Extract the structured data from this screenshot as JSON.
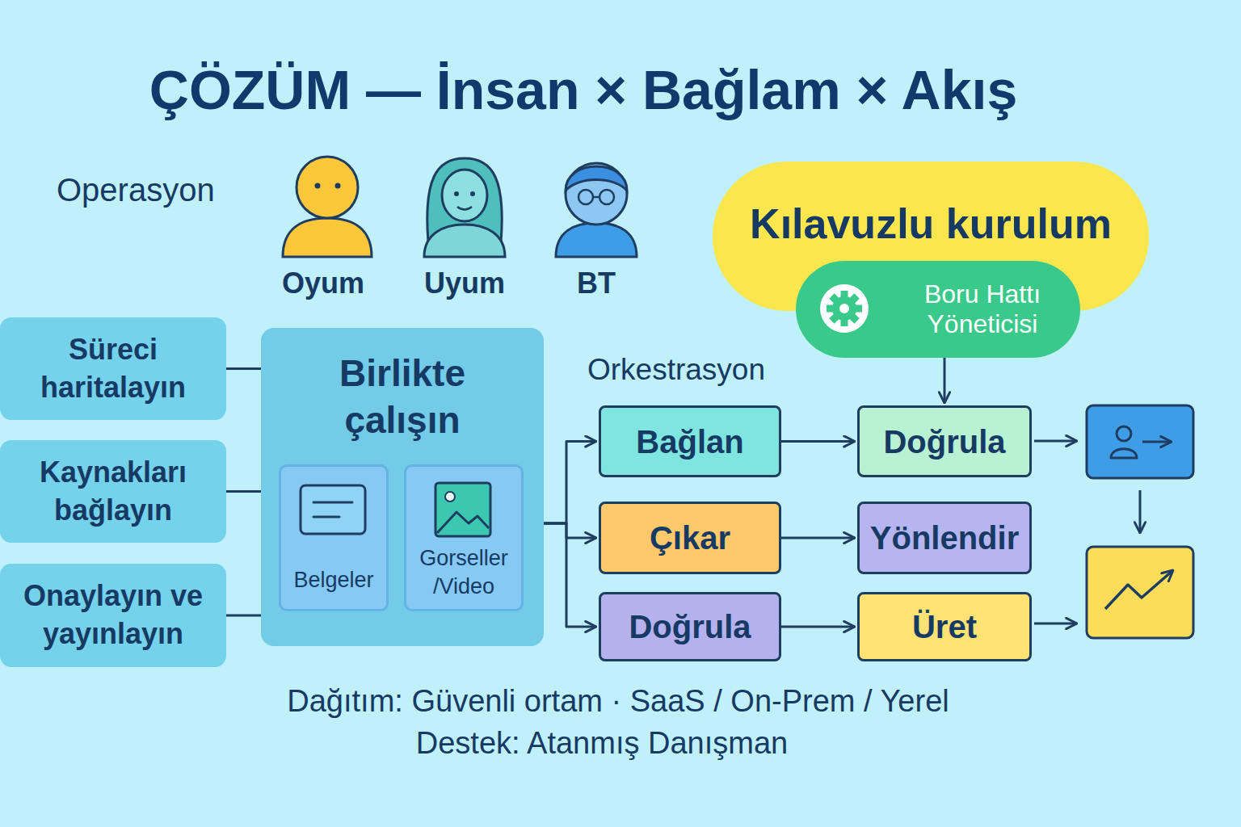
{
  "diagram": {
    "title": "ÇÖZÜM — İnsan × Bağlam × Akış",
    "nodes": [
      {
        "text": [
          "Kılavuzlu kurulum"
        ]
      },
      {
        "text": [
          "Boru Hattı Yöneticisi"
        ],
        "in": 0
      },
      {
        "text": [
          "Süreci haritalayın"
        ]
      },
      {
        "text": [
          "Kaynakları bağlayın"
        ]
      },
      {
        "text": [
          "Onaylayın ve yayınlayın"
        ]
      },
      {
        "text": [
          "Birlikte çalışın"
        ]
      },
      {
        "text": [
          "Belgeler"
        ],
        "in": 5
      },
      {
        "text": [
          "Gorseller /Video"
        ],
        "in": 5
      },
      {
        "text": [
          "Bağlan"
        ]
      },
      {
        "text": [
          "Doğrula"
        ]
      },
      {
        "text": [
          "Çıkar"
        ]
      },
      {
        "text": [
          "Yönlendir"
        ]
      },
      {
        "text": [
          "Doğrula"
        ]
      },
      {
        "text": [
          "Üret"
        ]
      }
    ],
    "edges": [
      {
        "from": 2,
        "to": 5,
        "arrow": "none"
      },
      {
        "from": 3,
        "to": 5,
        "arrow": "none"
      },
      {
        "from": 4,
        "to": 5,
        "arrow": "none"
      },
      {
        "from": 5,
        "to": 8,
        "arrow": "to"
      },
      {
        "from": 5,
        "to": 10,
        "arrow": "to"
      },
      {
        "from": 5,
        "to": 12,
        "arrow": "to"
      },
      {
        "from": 8,
        "to": 9,
        "arrow": "to"
      },
      {
        "from": 10,
        "to": 11,
        "arrow": "to"
      },
      {
        "from": 12,
        "to": 13,
        "arrow": "to"
      },
      {
        "from": 1,
        "to": 9,
        "arrow": "to"
      }
    ],
    "labels": [
      "Operasyon",
      "Oyum",
      "Uyum",
      "BT",
      "Orkestrasyon",
      "Dağıtım: Güvenli ortam · SaaS / On-Prem / Yerel",
      "Destek: Atanmış Danışman"
    ]
  }
}
